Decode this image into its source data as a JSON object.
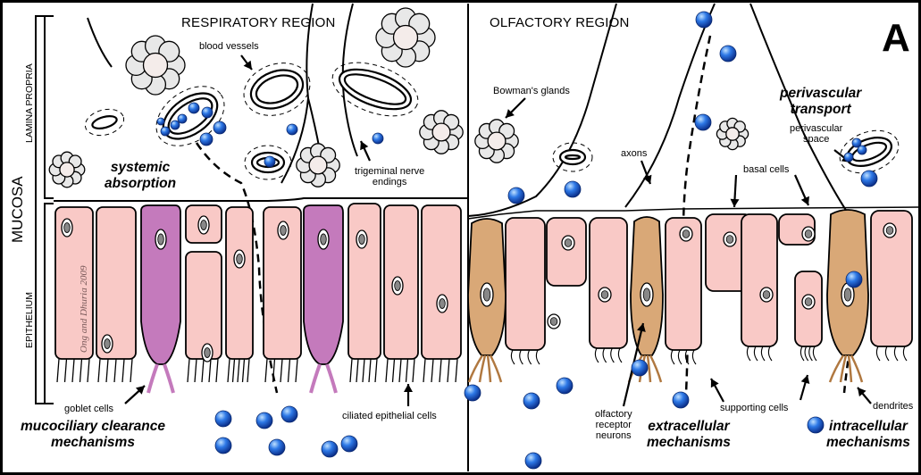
{
  "panel_letter": "A",
  "regions": {
    "respiratory": "RESPIRATORY REGION",
    "olfactory": "OLFACTORY REGION"
  },
  "side_labels": {
    "mucosa": "MUCOSA",
    "lamina_propria": "LAMINA PROPRIA",
    "epithelium": "EPITHELIUM"
  },
  "watermark": "Ong and Dhuria 2009",
  "labels": {
    "blood_vessels": "blood vessels",
    "trigeminal": [
      "trigeminal nerve",
      "endings"
    ],
    "systemic": [
      "systemic",
      "absorption"
    ],
    "goblet_cells": "goblet cells",
    "ciliated": "ciliated epithelial cells",
    "mucociliary": [
      "mucociliary clearance",
      "mechanisms"
    ],
    "bowmans_glands": "Bowman's glands",
    "axons": "axons",
    "basal_cells": "basal cells",
    "perivascular_transport": [
      "perivascular",
      "transport"
    ],
    "perivascular_space": [
      "perivascular",
      "space"
    ],
    "olfactory_receptor_neurons": [
      "olfactory",
      "receptor",
      "neurons"
    ],
    "extracellular": [
      "extracellular",
      "mechanisms"
    ],
    "supporting_cells": "supporting cells",
    "dendrites": "dendrites",
    "intracellular": [
      "intracellular",
      "mechanisms"
    ]
  },
  "colors": {
    "epithelial_cell": "#f9c9c6",
    "goblet_cell": "#c47abc",
    "olfactory_neuron": "#d9a877",
    "drug_particle": "#1f5fd1",
    "outline": "#000000"
  }
}
